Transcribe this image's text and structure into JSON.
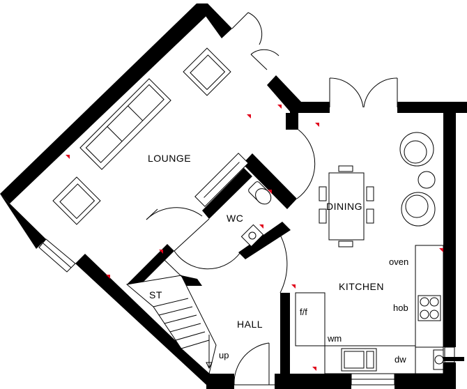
{
  "rooms": {
    "lounge": "LOUNGE",
    "dining": "DINING",
    "kitchen": "KITCHEN",
    "wc": "WC",
    "hall": "HALL",
    "store": "ST"
  },
  "appliances": {
    "oven": "oven",
    "hob": "hob",
    "fridge_freezer": "f/f",
    "washing_machine": "wm",
    "dishwasher": "dw",
    "stairs_up": "up"
  },
  "colors": {
    "wall": "#000000",
    "marker": "#e0001a",
    "background": "#ffffff"
  }
}
